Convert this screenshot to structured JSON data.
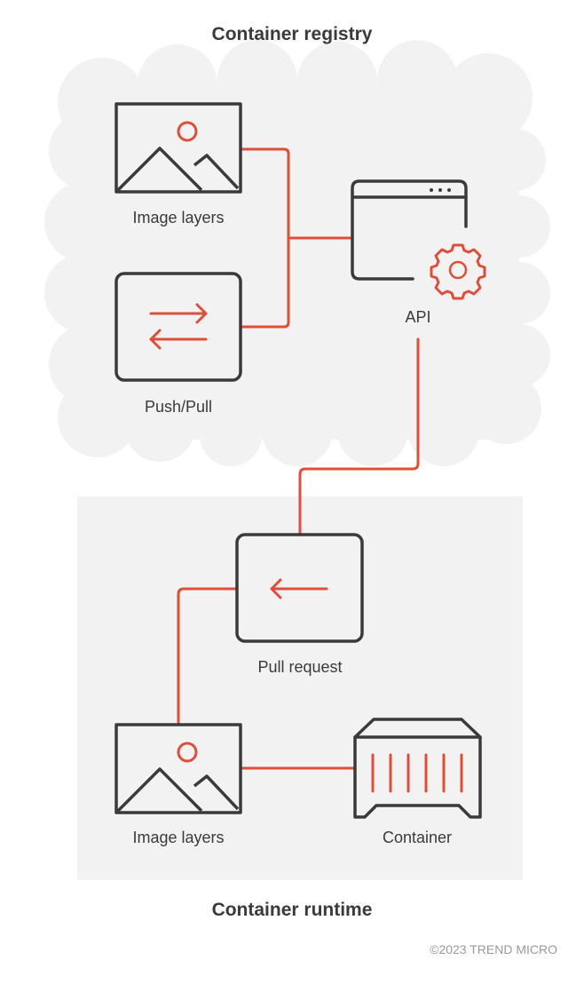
{
  "registry": {
    "title": "Container registry",
    "nodes": [
      {
        "id": "image-layers",
        "label": "Image layers",
        "icon": "image-icon"
      },
      {
        "id": "push-pull",
        "label": "Push/Pull",
        "icon": "push-pull-arrows-icon"
      },
      {
        "id": "api",
        "label": "API",
        "icon": "browser-gear-icon"
      }
    ]
  },
  "runtime": {
    "title": "Container runtime",
    "nodes": [
      {
        "id": "pull-request",
        "label": "Pull request",
        "icon": "left-arrow-icon"
      },
      {
        "id": "image-layers",
        "label": "Image layers",
        "icon": "image-icon"
      },
      {
        "id": "container",
        "label": "Container",
        "icon": "shipping-container-icon"
      }
    ]
  },
  "colors": {
    "accent": "#e04e39",
    "stroke": "#3a3a3a",
    "panel": "#f2f2f2",
    "copyright": "#9a9a9a"
  },
  "copyright": "©2023 TREND MICRO"
}
